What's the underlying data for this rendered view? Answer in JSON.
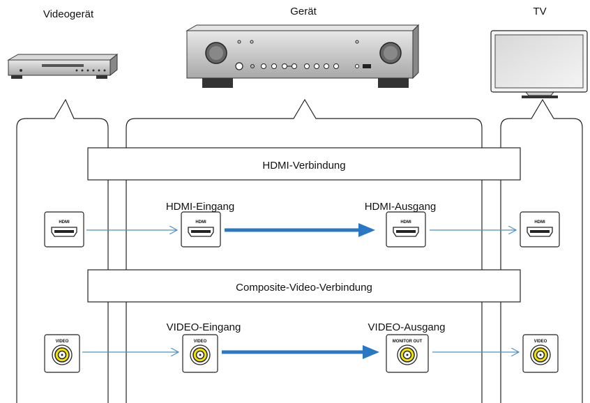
{
  "devices": {
    "video_device": "Videogerät",
    "receiver": "Gerät",
    "tv": "TV"
  },
  "sections": {
    "hdmi": {
      "title": "HDMI-Verbindung",
      "input_label": "HDMI-Eingang",
      "output_label": "HDMI-Ausgang",
      "port_text": "HDMI"
    },
    "composite": {
      "title": "Composite-Video-Verbindung",
      "input_label": "VIDEO-Eingang",
      "output_label": "VIDEO-Ausgang",
      "port_text": "VIDEO",
      "monitor_port_text": "MONITOR OUT"
    }
  },
  "colors": {
    "thin_arrow": "#4a90c8",
    "thick_arrow": "#2a78c4",
    "jack_yellow": "#f2e600",
    "outline": "#222222"
  }
}
